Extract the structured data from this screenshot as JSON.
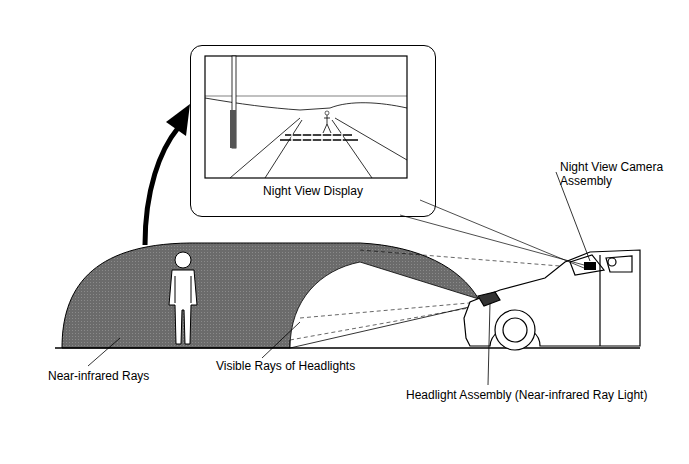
{
  "diagram": {
    "nodes": [
      {
        "text": [
          "Night View Display"
        ]
      }
    ],
    "labels": [
      "Night View Camera Assembly",
      "Near-infrared Rays",
      "Visible Rays of Headlights",
      "Headlight Assembly (Near-infrared Ray Light)"
    ]
  }
}
